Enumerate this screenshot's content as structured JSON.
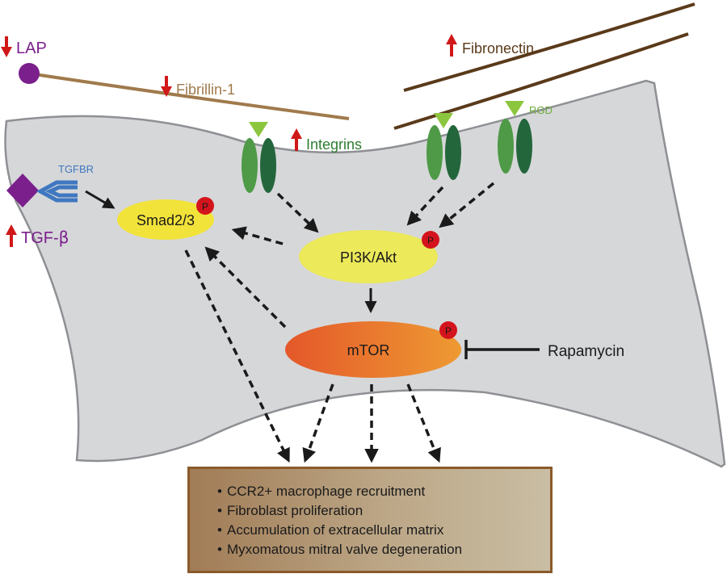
{
  "labels": {
    "lap": "LAP",
    "fibrillin": "Fibrillin-1",
    "fibronectin": "Fibronectin",
    "integrins": "Integrins",
    "rgd": "RGD",
    "tgfbr": "TGFBR",
    "tgf_prefix": "TGF-",
    "tgf_beta": "β",
    "smad": "Smad2/3",
    "pi3k": "PI3K/Akt",
    "mtor": "mTOR",
    "rapamycin": "Rapamycin",
    "phospho": "P"
  },
  "outcomes": [
    "CCR2+ macrophage recruitment",
    "Fibroblast proliferation",
    "Accumulation of extracellular matrix",
    "Myxomatous mitral valve degeneration"
  ],
  "colors": {
    "cell_fill": "#d6d7d9",
    "cell_stroke": "#8e9094",
    "fibrillin": "#a07a4c",
    "fibronectin": "#5a3a1a",
    "lap_purple": "#7b1f8c",
    "integrin_light": "#4e9a47",
    "integrin_dark": "#23663b",
    "rgd_green": "#8cc63f",
    "tgfbr_blue": "#3f78c0",
    "red_arrow": "#d01818",
    "yellow": "#f2e33b",
    "mtor_orange": "#e9742a",
    "phospho_red": "#d4141c"
  },
  "arrows_direction": {
    "lap": "down",
    "fibrillin": "down",
    "fibronectin": "up",
    "integrins": "up",
    "tgf_beta": "up"
  }
}
